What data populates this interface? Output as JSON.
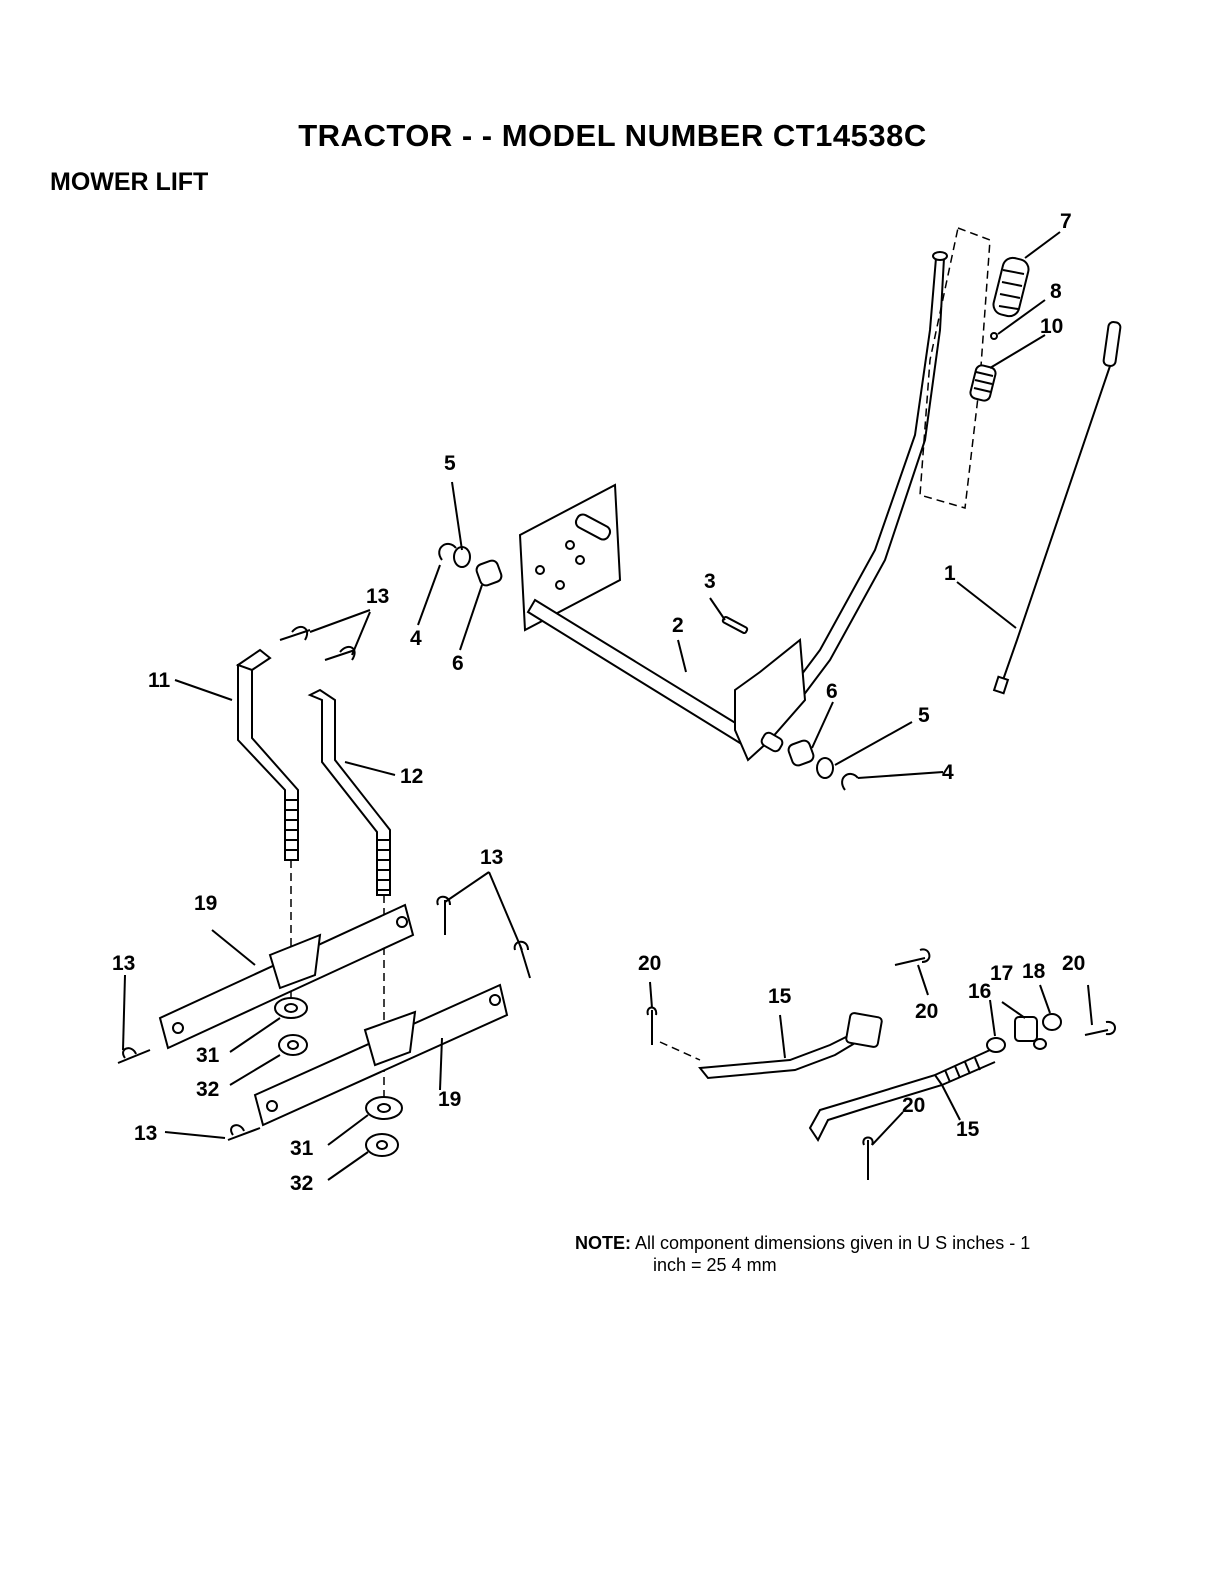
{
  "page": {
    "title": "TRACTOR - - MODEL NUMBER CT14538C",
    "section": "MOWER LIFT",
    "note_label": "NOTE:",
    "note_line1": "All component dimensions given in U S inches - 1",
    "note_line2": "inch = 25 4 mm"
  },
  "callouts": [
    {
      "id": "c7",
      "text": "7"
    },
    {
      "id": "c8",
      "text": "8"
    },
    {
      "id": "c10",
      "text": "10"
    },
    {
      "id": "c5a",
      "text": "5"
    },
    {
      "id": "c4a",
      "text": "4"
    },
    {
      "id": "c6a",
      "text": "6"
    },
    {
      "id": "c3",
      "text": "3"
    },
    {
      "id": "c2",
      "text": "2"
    },
    {
      "id": "c1",
      "text": "1"
    },
    {
      "id": "c13a",
      "text": "13"
    },
    {
      "id": "c11",
      "text": "11"
    },
    {
      "id": "c12",
      "text": "12"
    },
    {
      "id": "c6b",
      "text": "6"
    },
    {
      "id": "c5b",
      "text": "5"
    },
    {
      "id": "c4b",
      "text": "4"
    },
    {
      "id": "c13b",
      "text": "13"
    },
    {
      "id": "c19a",
      "text": "19"
    },
    {
      "id": "c13c",
      "text": "13"
    },
    {
      "id": "c31a",
      "text": "31"
    },
    {
      "id": "c32a",
      "text": "32"
    },
    {
      "id": "c19b",
      "text": "19"
    },
    {
      "id": "c13d",
      "text": "13"
    },
    {
      "id": "c31b",
      "text": "31"
    },
    {
      "id": "c32b",
      "text": "32"
    },
    {
      "id": "c20a",
      "text": "20"
    },
    {
      "id": "c15a",
      "text": "15"
    },
    {
      "id": "c20b",
      "text": "20"
    },
    {
      "id": "c17",
      "text": "17"
    },
    {
      "id": "c18",
      "text": "18"
    },
    {
      "id": "c20c",
      "text": "20"
    },
    {
      "id": "c16",
      "text": "16"
    },
    {
      "id": "c20d",
      "text": "20"
    },
    {
      "id": "c15b",
      "text": "15"
    }
  ]
}
